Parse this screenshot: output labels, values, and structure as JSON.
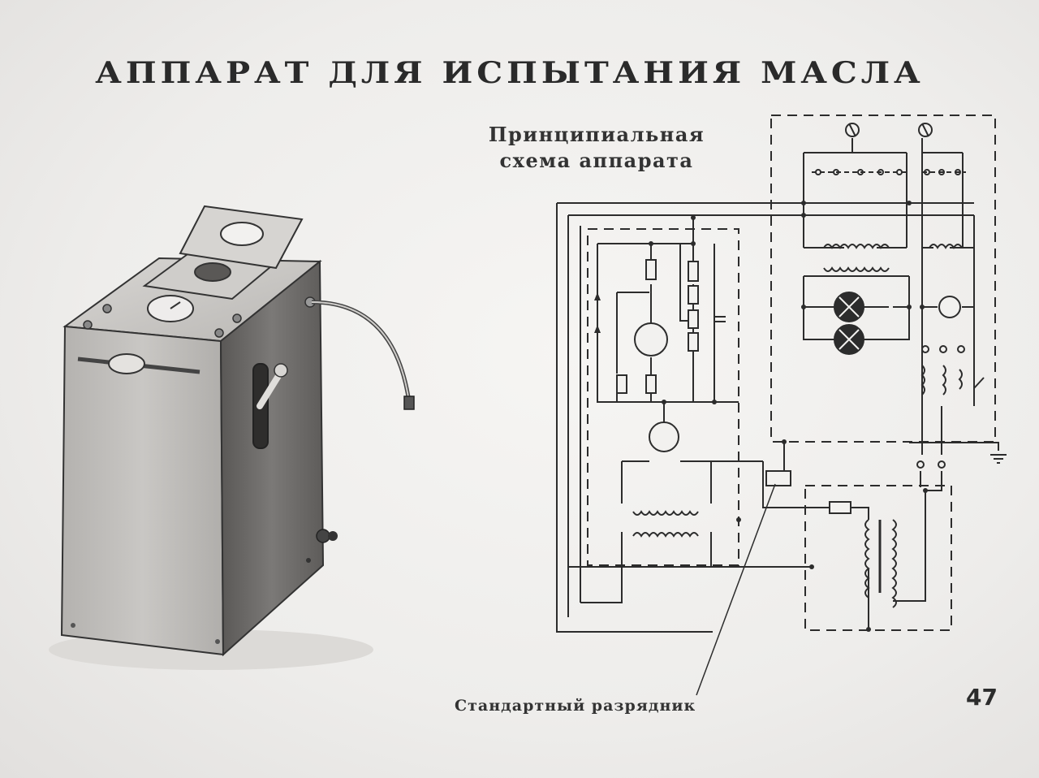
{
  "title": "АППАРАТ ДЛЯ ИСПЫТАНИЯ МАСЛА",
  "subtitle": {
    "line1": "Принципиальная",
    "line2": "схема аппарата"
  },
  "callout": "Стандартный разрядник",
  "page_number": "47",
  "colors": {
    "background": "#eeedeb",
    "ink": "#2a2a2a",
    "box_front": "#bdbbb8",
    "box_side": "#6e6c6a"
  }
}
